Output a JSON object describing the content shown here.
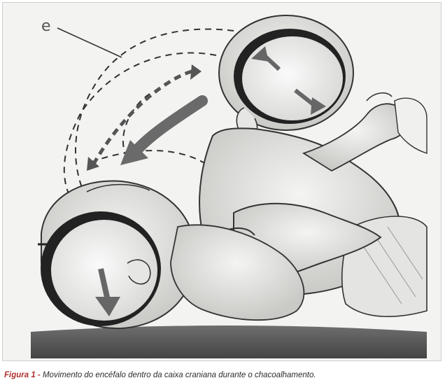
{
  "figure": {
    "annotation_letter": "e",
    "caption_label": "Figura 1 -",
    "caption_text": "Movimento do encéfalo dentro da caixa craniana durante o chacoalhamento.",
    "colors": {
      "caption_label": "#b03030",
      "caption_text": "#2b2b2b",
      "illustration_stroke": "#333333",
      "arrow_fill": "#6a6a6a"
    }
  }
}
